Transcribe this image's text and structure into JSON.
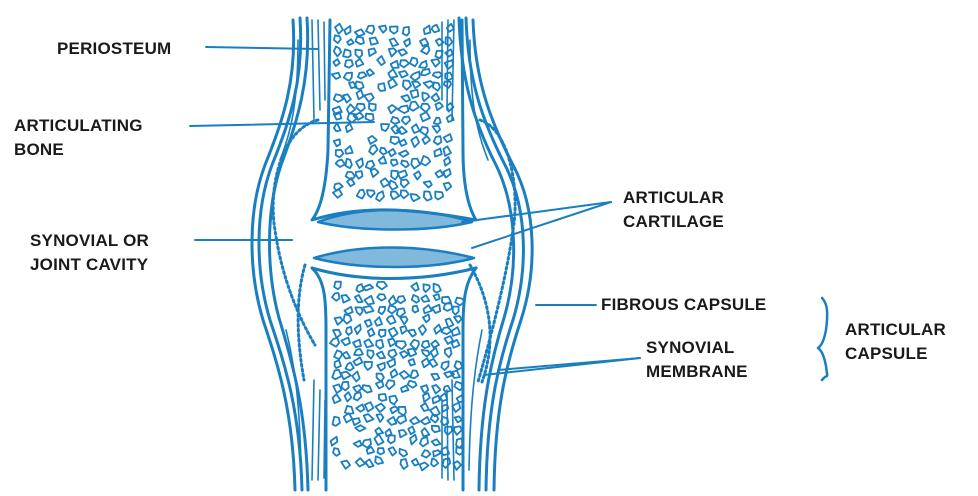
{
  "colors": {
    "line": "#1a7fc1",
    "text": "#1a1a1a",
    "background": "#ffffff"
  },
  "labels": {
    "periosteum": "PERIOSTEUM",
    "articulating_bone": [
      "ARTICULATING",
      "BONE"
    ],
    "joint_cavity": [
      "SYNOVIAL OR",
      "JOINT CAVITY"
    ],
    "articular_cartilage": [
      "ARTICULAR",
      "CARTILAGE"
    ],
    "fibrous_capsule": "FIBROUS CAPSULE",
    "synovial_membrane": [
      "SYNOVIAL",
      "MEMBRANE"
    ],
    "articular_capsule": [
      "ARTICULAR",
      "CAPSULE"
    ]
  }
}
